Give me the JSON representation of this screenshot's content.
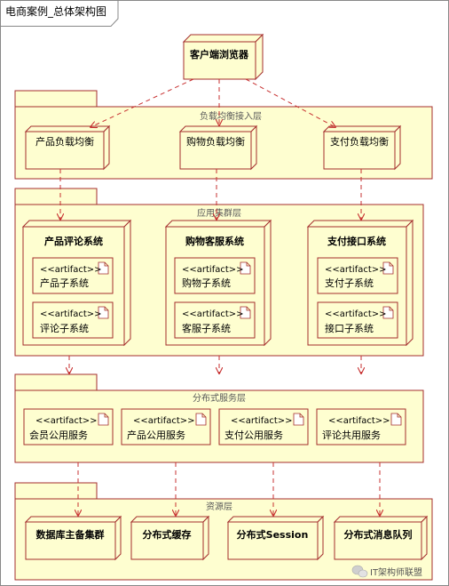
{
  "frame_title": "电商案例_总体架构图",
  "browser": "客户端浏览器",
  "layers": {
    "lb": {
      "name": "负载均衡接入层",
      "nodes": [
        "产品负载均衡",
        "购物负载均衡",
        "支付负载均衡"
      ]
    },
    "app": {
      "name": "应用集群层",
      "nodes": [
        {
          "title": "产品评论系统",
          "subs": [
            "产品子系统",
            "评论子系统"
          ]
        },
        {
          "title": "购物客服系统",
          "subs": [
            "购物子系统",
            "客服子系统"
          ]
        },
        {
          "title": "支付接口系统",
          "subs": [
            "支付子系统",
            "接口子系统"
          ]
        }
      ]
    },
    "svc": {
      "name": "分布式服务层",
      "items": [
        "会员公用服务",
        "产品公用服务",
        "支付公用服务",
        "评论共用服务"
      ]
    },
    "res": {
      "name": "资源层",
      "nodes": [
        "数据库主备集群",
        "分布式缓存",
        "分布式Session",
        "分布式消息队列"
      ]
    }
  },
  "stereotype": "<<artifact>>",
  "watermark": "IT架构师联盟",
  "colors": {
    "fill": "#fefed0",
    "border": "#a42d2d",
    "line": "#c73030"
  }
}
